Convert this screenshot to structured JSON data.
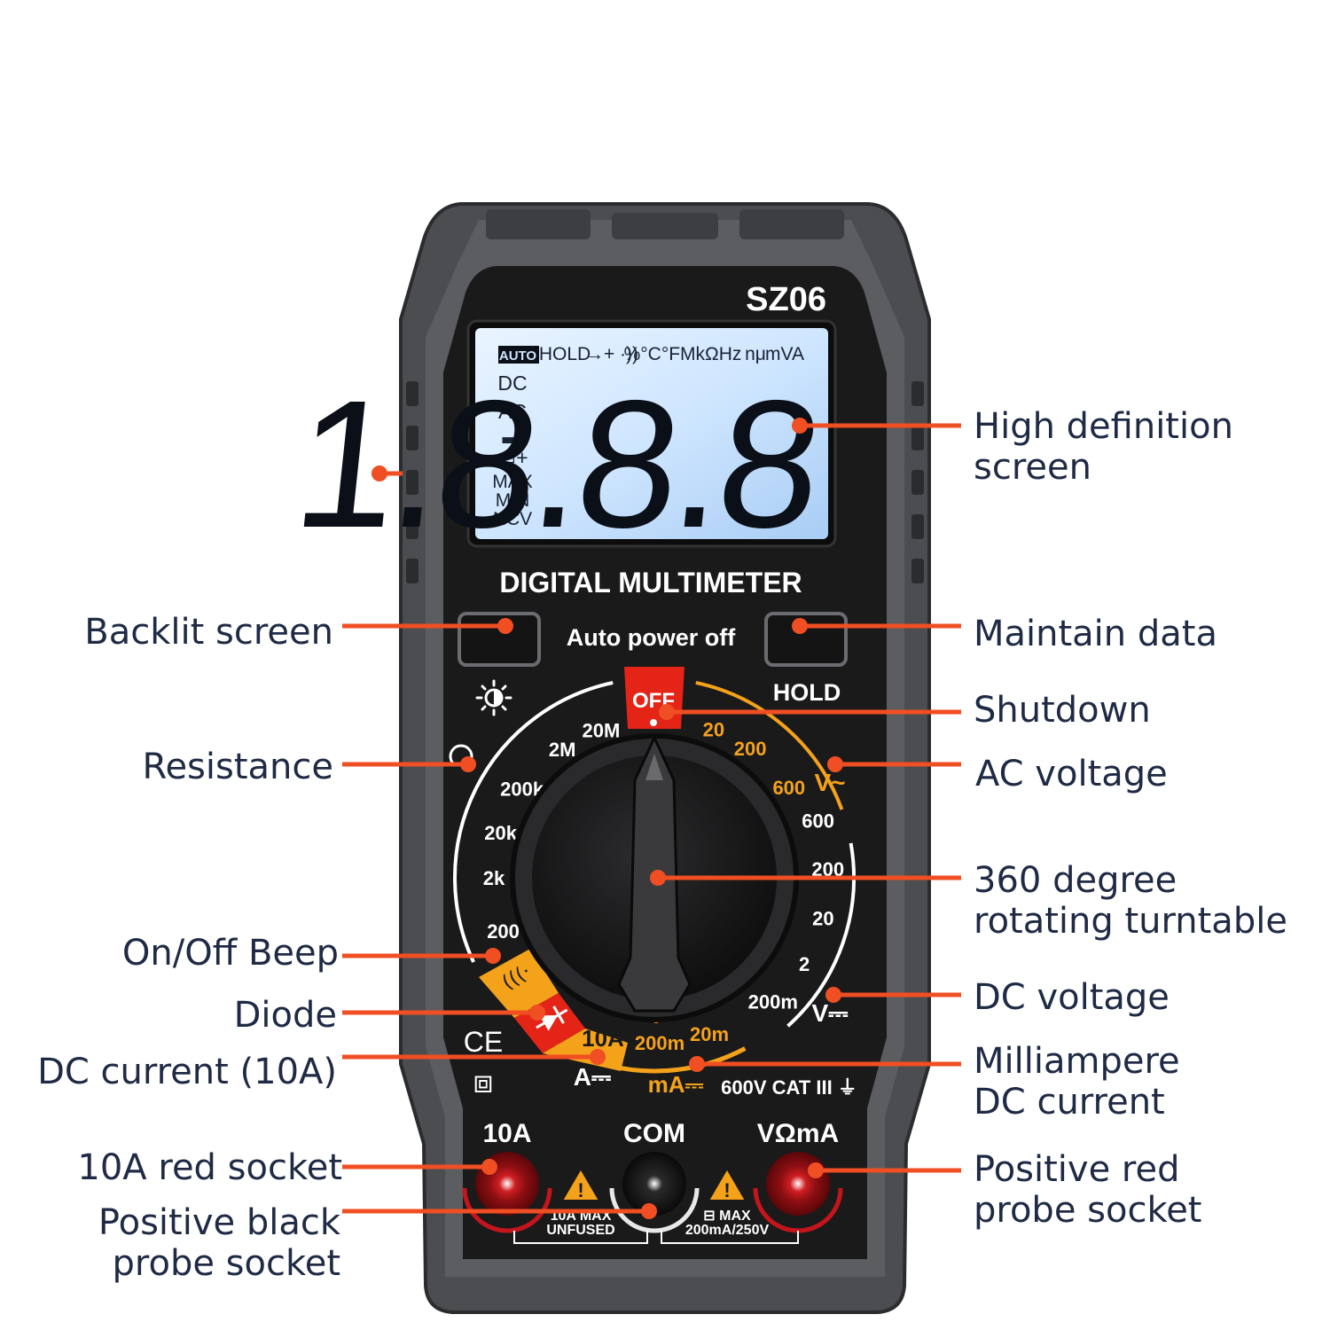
{
  "colors": {
    "callout_line": "#f04e23",
    "callout_text": "#1f2a44",
    "body_outer": "#4b4d50",
    "body_inner": "#1a1a1b",
    "lcd_bg": "#cfe6ff",
    "lcd_digits": "#0b0f18",
    "accent_orange": "#f5a21b",
    "accent_red": "#e32417",
    "socket_red": "#c4151c"
  },
  "device": {
    "model": "SZ06",
    "title": "DIGITAL MULTIMETER",
    "auto_power_off": "Auto power off",
    "hold_label": "HOLD",
    "off_label": "OFF",
    "lcd": {
      "indicators_top": [
        "AUTO",
        "HOLD",
        "→+ ·))",
        "%°C°FMkΩHz",
        "nμ",
        "mVA"
      ],
      "indicators_left": [
        "DC",
        "AC",
        "▬",
        "▭+",
        "MAX",
        "MIN",
        "NCV"
      ],
      "digits": "1.8.8.8"
    },
    "dial": {
      "resistance": [
        "20M",
        "2M",
        "200k",
        "20k",
        "2k",
        "200"
      ],
      "ac_voltage": [
        "20",
        "200",
        "600"
      ],
      "ac_symbol": "V~",
      "dc_voltage": [
        "600",
        "200",
        "20",
        "2",
        "200m"
      ],
      "dc_symbol": "V⎓",
      "current": [
        "10A",
        "200m",
        "20m"
      ],
      "a_symbol": "A⎓",
      "ma_symbol": "mA⎓",
      "category": "600V CAT III ⏚"
    },
    "sockets": {
      "left_label": "10A",
      "middle_label": "COM",
      "right_label": "VΩmA",
      "left_note": "10A MAX\nUNFUSED",
      "right_note": "⊟ MAX\n200mA/250V"
    },
    "marks": [
      "CE",
      "⧈"
    ]
  },
  "callouts": {
    "high_definition_screen": "High definition\nscreen",
    "maintain_data": "Maintain data",
    "shutdown": "Shutdown",
    "ac_voltage": "AC voltage",
    "rotating_turntable": "360 degree\nrotating turntable",
    "dc_voltage": "DC voltage",
    "milliampere_dc_current": "Milliampere\nDC current",
    "positive_red_probe_socket": "Positive red\nprobe socket",
    "backlit_screen": "Backlit screen",
    "resistance": "Resistance",
    "on_off_beep": "On/Off Beep",
    "diode": "Diode",
    "dc_current_10a": "DC current (10A)",
    "red_socket_10a": "10A red socket",
    "positive_black_probe_socket": "Positive black\nprobe socket"
  }
}
